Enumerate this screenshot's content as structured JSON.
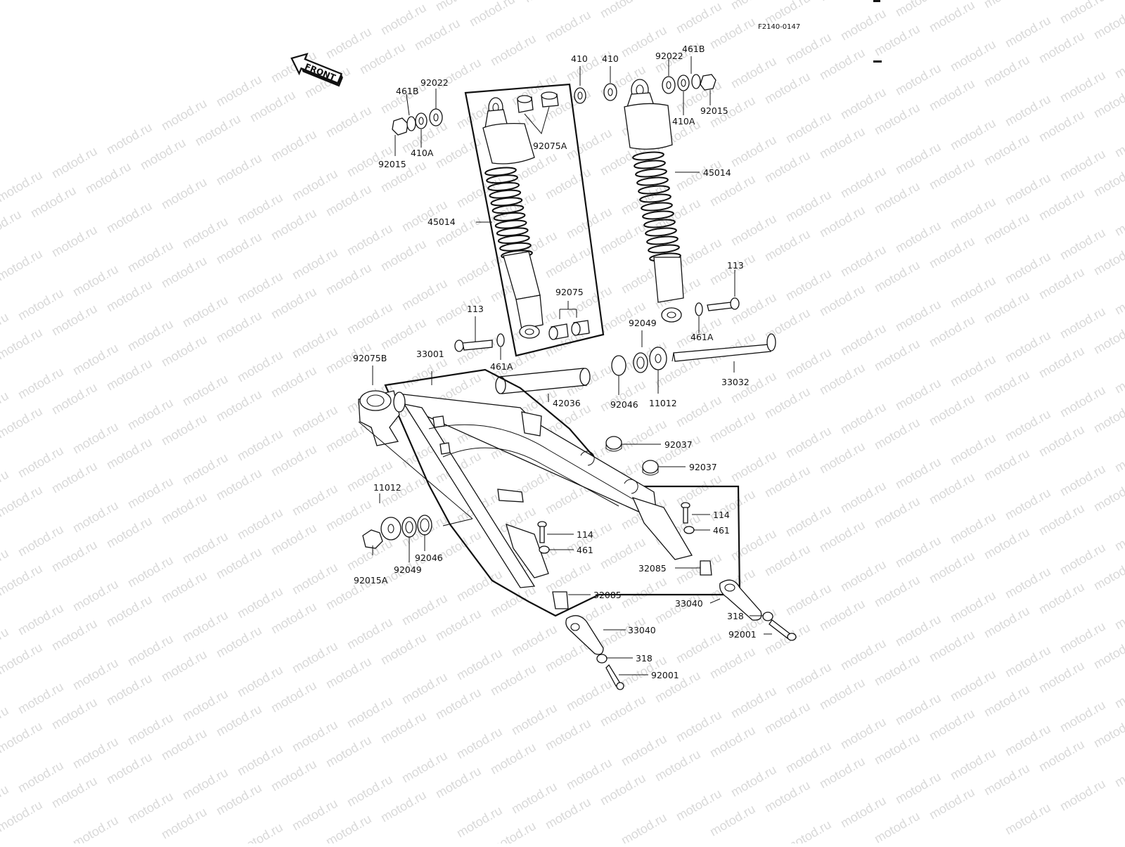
{
  "diagram_code": "F2140-0147",
  "watermark": "motod.ru",
  "front_arrow": {
    "label": "FRONT"
  },
  "parts": {
    "p410_left": "410",
    "p410_right": "410",
    "p92022_right": "92022",
    "p461B_right": "461B",
    "p410A_right": "410A",
    "p92015_right": "92015",
    "p92022_left": "92022",
    "p461B_left": "461B",
    "p410A_left": "410A",
    "p92015_left": "92015",
    "p92075A": "92075A",
    "p45014_left": "45014",
    "p45014_right": "45014",
    "p113_right": "113",
    "p461A_right": "461A",
    "p92075": "92075",
    "p113_left": "113",
    "p461A_left": "461A",
    "p92049_top": "92049",
    "p92075B": "92075B",
    "p33001": "33001",
    "p42036": "42036",
    "p92046_top": "92046",
    "p11012_top": "11012",
    "p33032": "33032",
    "p92037_a": "92037",
    "p92037_b": "92037",
    "p11012_left": "11012",
    "p114_right": "114",
    "p461_right": "461",
    "p114_left": "114",
    "p461_left": "461",
    "p92046_left": "92046",
    "p92049_left": "92049",
    "p92015A": "92015A",
    "p32085_right": "32085",
    "p32085_left": "32085",
    "p33040_right": "33040",
    "p318_right": "318",
    "p92001_right": "92001",
    "p33040_left": "33040",
    "p318_left": "318",
    "p92001_left": "92001"
  }
}
